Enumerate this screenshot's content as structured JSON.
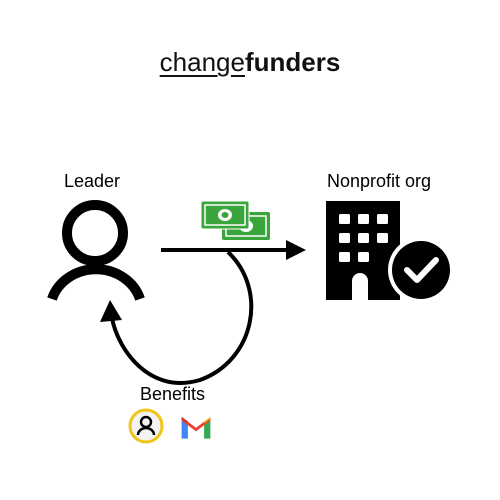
{
  "header": {
    "title_part1": "change",
    "title_part2": "funders"
  },
  "nodes": {
    "leader": {
      "label": "Leader",
      "icon": "person-icon"
    },
    "org": {
      "label": "Nonprofit org",
      "icon": "building-check-icon"
    }
  },
  "flows": {
    "money": {
      "icon": "money-bills-icon",
      "color": "#3aa53c"
    },
    "benefits": {
      "label": "Benefits",
      "icons": [
        "profile-badge-icon",
        "gmail-icon"
      ]
    }
  },
  "colors": {
    "ink": "#000000",
    "money_green": "#3aa53c",
    "badge_gold": "#f0c419",
    "gmail_red": "#ea4335"
  }
}
